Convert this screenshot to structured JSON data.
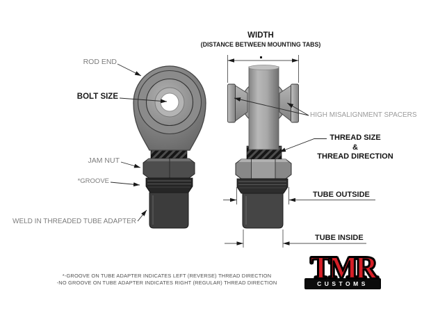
{
  "title_block": {
    "width_title": "WIDTH",
    "width_subtitle": "(DISTANCE BETWEEN MOUNTING TABS)"
  },
  "callouts": {
    "rod_end": "ROD END",
    "bolt_size": "BOLT SIZE",
    "jam_nut": "JAM NUT",
    "groove": "*GROOVE",
    "weld_adapter": "WELD IN THREADED TUBE ADAPTER",
    "high_misalignment_spacers": "HIGH MISALIGNMENT SPACERS",
    "thread_size": "THREAD SIZE",
    "thread_ampersand": "&",
    "thread_direction": "THREAD DIRECTION",
    "tube_outside": "TUBE OUTSIDE",
    "tube_inside": "TUBE INSIDE"
  },
  "footnotes": {
    "line1": "*-GROOVE ON TUBE ADAPTER INDICATES LEFT (REVERSE) THREAD DIRECTION",
    "line2": "-NO GROOVE ON TUBE ADAPTER INDICATES RIGHT (REGULAR) THREAD DIRECTION"
  },
  "logo": {
    "brand": "TMR",
    "subtext": "CUSTOMS",
    "brand_color": "#d51f27",
    "bar_color": "#0b0b0b"
  },
  "colors": {
    "background": "#ffffff",
    "label_gray": "#7c7c7c",
    "label_black": "#1a1a1a",
    "leader_line": "#2a2a2a",
    "part_dark": "#3f3f3f",
    "part_mid": "#8a8a8a",
    "part_light": "#b5b5b5"
  }
}
